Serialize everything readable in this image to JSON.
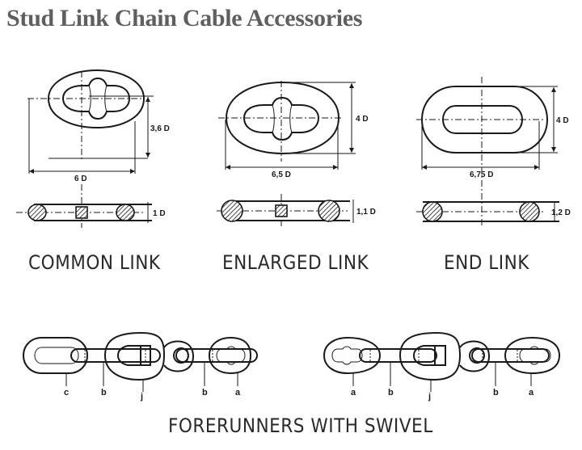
{
  "page": {
    "title": "Stud Link Chain Cable Accessories",
    "title_color": "#5f5f5f"
  },
  "links": [
    {
      "name": "COMMON LINK",
      "width_label": "6 D",
      "height_label": "3,6 D",
      "section_label": "1 D",
      "stud": true
    },
    {
      "name": "ENLARGED LINK",
      "width_label": "6,5 D",
      "height_label": "4 D",
      "section_label": "1,1 D",
      "stud": true
    },
    {
      "name": "END LINK",
      "width_label": "6,75 D",
      "height_label": "4 D",
      "section_label": "1,2 D",
      "stud": false
    }
  ],
  "forerunners": {
    "caption": "FORERUNNERS WITH SWIVEL",
    "left_assembly_parts": [
      "c",
      "b",
      "j",
      "b",
      "a"
    ],
    "right_assembly_parts": [
      "a",
      "b",
      "j",
      "b",
      "a"
    ]
  }
}
